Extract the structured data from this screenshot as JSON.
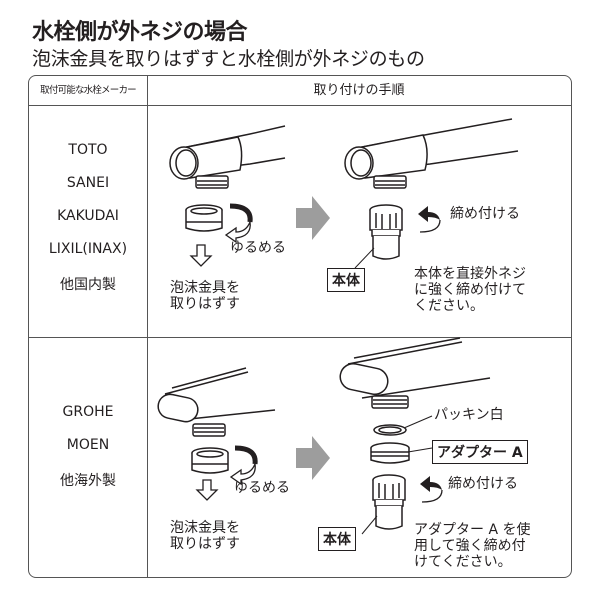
{
  "title": "水栓側が外ネジの場合",
  "subtitle": "泡沫金具を取りはずすと水栓側が外ネジのもの",
  "table": {
    "headers": [
      "取付可能な水栓メーカー",
      "取り付けの手順"
    ],
    "rows": [
      {
        "makers": [
          "TOTO",
          "SANEI",
          "KAKUDAI",
          "LIXIL(INAX)",
          "他国内製"
        ],
        "step1": {
          "rotate_label": "ゆるめる",
          "caption": [
            "泡沫金具を",
            "取りはずす"
          ]
        },
        "step2": {
          "tighten_label": "締め付ける",
          "body_label": "本体",
          "note": [
            "本体を直接外ネジ",
            "に強く締め付けて",
            "ください。"
          ]
        }
      },
      {
        "makers": [
          "GROHE",
          "MOEN",
          "他海外製"
        ],
        "step1": {
          "rotate_label": "ゆるめる",
          "caption": [
            "泡沫金具を",
            "取りはずす"
          ]
        },
        "step2": {
          "packing_label": "パッキン白",
          "adapter_label": "アダプター A",
          "tighten_label": "締め付ける",
          "body_label": "本体",
          "note": [
            "アダプター A を使",
            "用して強く締め付",
            "けてください。"
          ]
        }
      }
    ]
  },
  "colors": {
    "arrow": "#9d9d9d",
    "line": "#231f20",
    "border": "#555555"
  }
}
